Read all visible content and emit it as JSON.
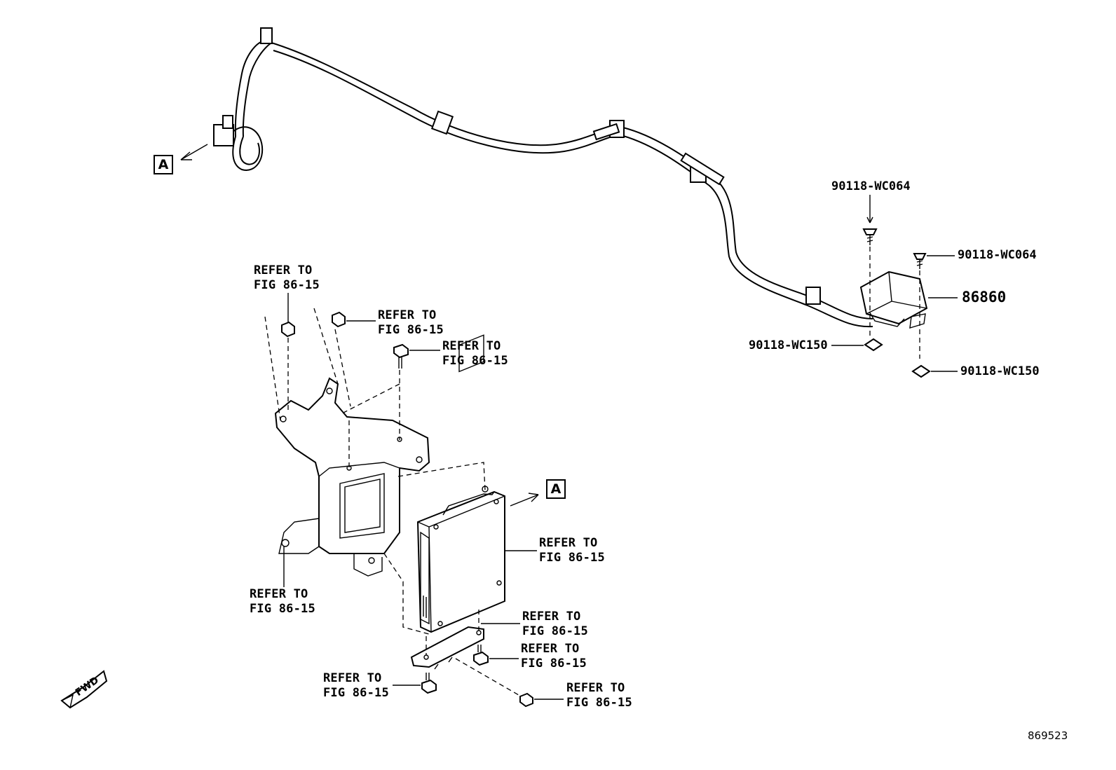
{
  "labels": {
    "refer_line1": "REFER TO",
    "refer_line2": "FIG 86-15",
    "part_86860": "86860",
    "part_screw": "90118-WC064",
    "part_clip": "90118-WC150",
    "box_a": "A",
    "fwd": "FWD",
    "illustration_number": "869523"
  }
}
